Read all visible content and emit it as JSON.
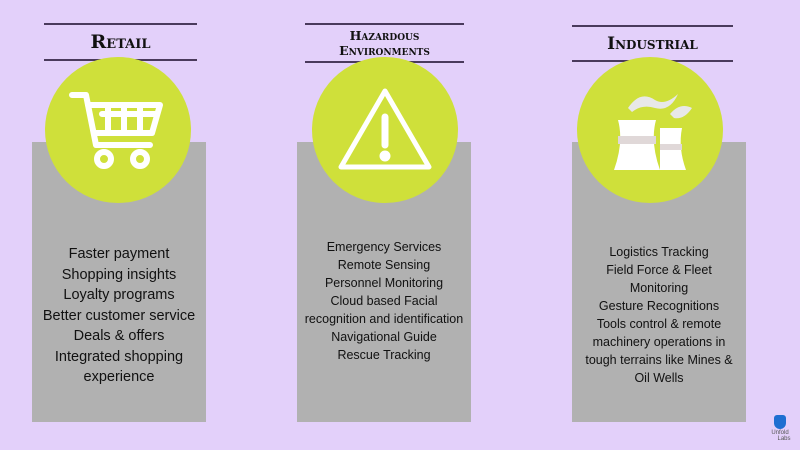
{
  "columns": [
    {
      "title": "Retail",
      "icon": "shopping-cart-icon",
      "items": [
        "Faster payment",
        "Shopping insights",
        "Loyalty programs",
        "Better customer service",
        "Deals & offers",
        "Integrated shopping",
        "experience"
      ]
    },
    {
      "title_lines": [
        "Hazardous",
        "Environments"
      ],
      "icon": "warning-triangle-icon",
      "items": [
        "Emergency Services",
        "Remote Sensing",
        "Personnel Monitoring",
        "Cloud based Facial",
        "recognition and identification",
        "Navigational Guide",
        "Rescue Tracking"
      ]
    },
    {
      "title": "Industrial",
      "icon": "factory-cooling-tower-icon",
      "items": [
        "Logistics Tracking",
        "Field Force & Fleet",
        "Monitoring",
        "Gesture Recognitions",
        "Tools control & remote",
        "machinery operations in",
        "tough terrains like Mines &",
        "Oil Wells"
      ]
    }
  ],
  "logo": {
    "text_lines": [
      "Unfold",
      "Labs"
    ]
  },
  "colors": {
    "background": "#e3d0fa",
    "accent": "#cfe03a",
    "panel": "#b1b1b1"
  }
}
